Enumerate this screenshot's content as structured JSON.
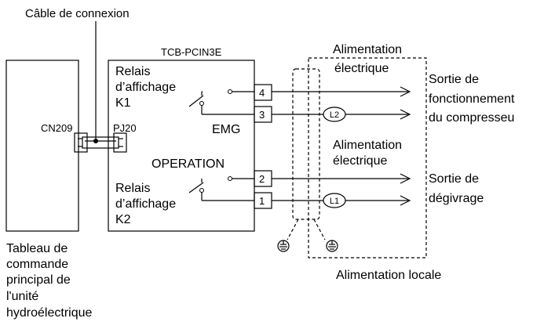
{
  "labels": {
    "cable": "Câble de connexion",
    "board_model": "TCB-PCIN3E",
    "connector_main": "CN209",
    "connector_board": "PJ20",
    "relay_k1": [
      "Relais",
      "d’affichage",
      "K1"
    ],
    "emg": "EMG",
    "operation": "OPERATION",
    "relay_k2": [
      "Relais",
      "d’affichage",
      "K2"
    ],
    "terminals": [
      "4",
      "3",
      "2",
      "1"
    ],
    "lamp_l2": "L2",
    "lamp_l1": "L1",
    "power_top": [
      "Alimentation",
      "électrique"
    ],
    "power_mid": [
      "Alimentation",
      "électrique"
    ],
    "output_compressor": [
      "Sortie de",
      "fonctionnement",
      "du compresseu"
    ],
    "output_defrost": [
      "Sortie de",
      "dégivrage"
    ],
    "local_power": "Alimentation locale",
    "main_board": [
      "Tableau de",
      "commande",
      "principal de",
      "l'unité",
      "hydroélectrique"
    ]
  }
}
